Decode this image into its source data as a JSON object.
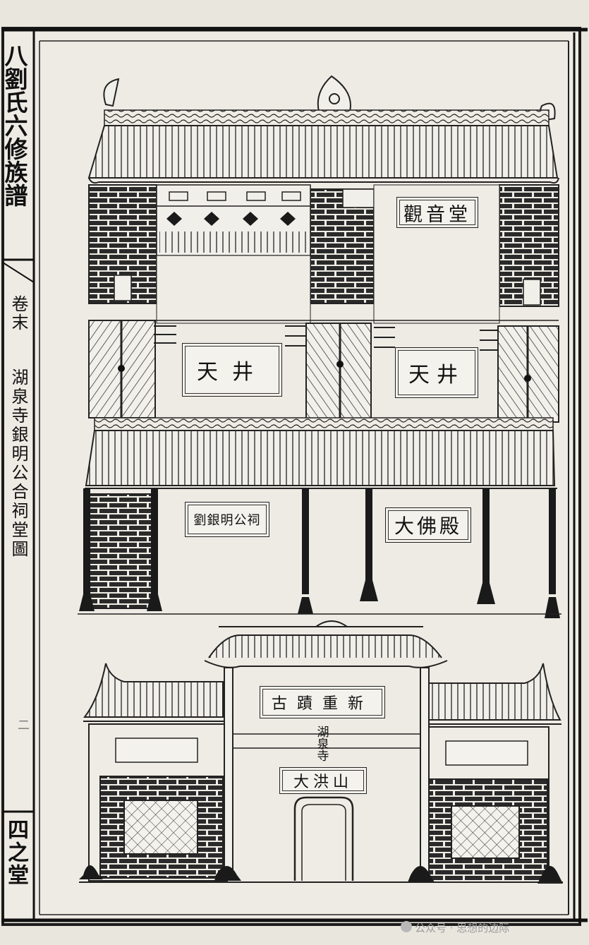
{
  "sidebar": {
    "title": "八劉氏六修族譜",
    "volume": "卷末",
    "caption": "湖泉寺銀明公合祠堂圖",
    "page_number": "二",
    "mark": "四之堂"
  },
  "plaques": {
    "guanyin_hall": "觀音堂",
    "well_left": "天井",
    "well_right": "天井",
    "ancestral_hall": "劉銀明公祠",
    "great_buddha_hall": "大佛殿",
    "ancient_trace_restored": "古蹟重新",
    "temple_name": "湖泉寺",
    "mountain_name": "大洪山"
  },
  "watermark": "公众号 · 思想的边际",
  "colors": {
    "paper": "#e9e6de",
    "ink": "#1a1a1a",
    "brick": "#2a2a2a"
  }
}
